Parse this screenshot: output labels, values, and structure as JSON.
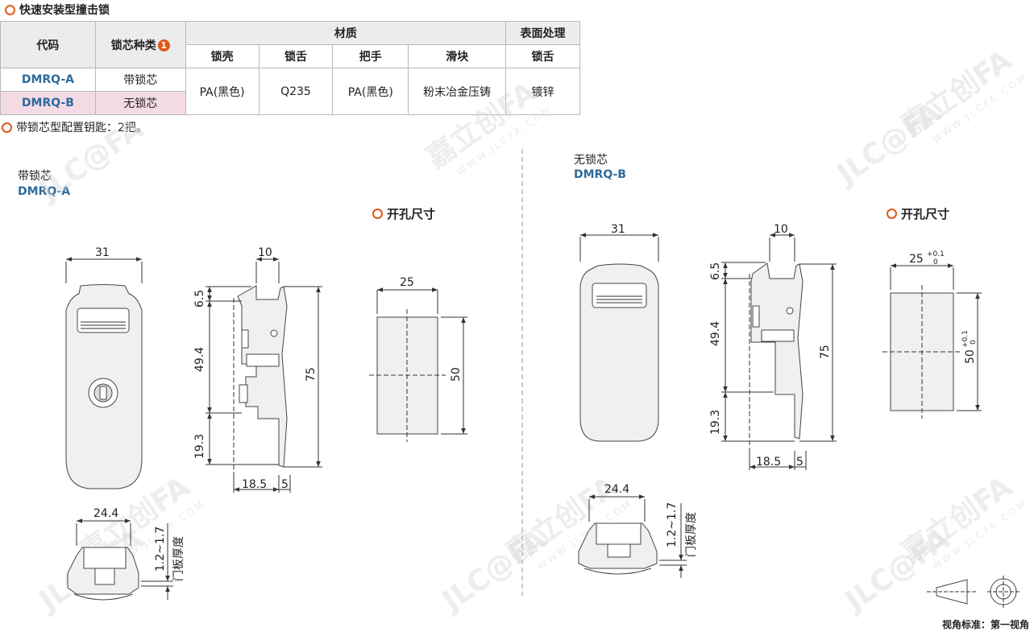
{
  "title": "快速安装型撞击锁",
  "table": {
    "head_code": "代码",
    "head_core": "锁芯种类",
    "head_core_badge": "1",
    "head_material": "材质",
    "head_surface": "表面处理",
    "sub_shell": "锁壳",
    "sub_tongue": "锁舌",
    "sub_handle": "把手",
    "sub_slider": "滑块",
    "sub_surface_tongue": "锁舌",
    "rows": [
      {
        "code": "DMRQ-A",
        "core": "带锁芯"
      },
      {
        "code": "DMRQ-B",
        "core": "无锁芯"
      }
    ],
    "shell": "PA(黑色)",
    "tongue": "Q235",
    "handle": "PA(黑色)",
    "slider": "粉末冶金压铸",
    "surface": "镀锌"
  },
  "note": "带锁芯型配置钥匙：2把。",
  "left": {
    "label": "带锁芯",
    "model": "DMRQ-A",
    "cutout_title": "开孔尺寸",
    "dims": {
      "front_width": "31",
      "side_top": "10",
      "side_h1": "6.5",
      "side_h2": "49.4",
      "side_h3": "19.3",
      "side_total": "75",
      "side_b1": "18.5",
      "side_b2": "5",
      "cut_w": "25",
      "cut_h": "50",
      "bottom_w": "24.4",
      "panel": "1.2~1.7",
      "panel_label": "门板厚度"
    }
  },
  "right": {
    "label": "无锁芯",
    "model": "DMRQ-B",
    "cutout_title": "开孔尺寸",
    "dims": {
      "front_width": "31",
      "side_top": "10",
      "side_h1": "6.5",
      "side_h2": "49.4",
      "side_h3": "19.3",
      "side_total": "75",
      "side_b1": "18.5",
      "side_b2": "5",
      "cut_w": "25",
      "cut_w_tol_up": "+0.1",
      "cut_w_tol_low": "0",
      "cut_h": "50",
      "cut_h_tol_up": "+0.1",
      "cut_h_tol_low": "0",
      "bottom_w": "24.4",
      "panel": "1.2~1.7",
      "panel_label": "门板厚度"
    }
  },
  "watermark": {
    "brand": "JLC@FA 嘉立创FA",
    "site": "WWW.JLCFA.COM"
  },
  "view_standard": "视角标准：第一视角",
  "colors": {
    "accent": "#e05a1a",
    "model": "#2f6b9a",
    "highlight_row": "#f3dbe6"
  }
}
